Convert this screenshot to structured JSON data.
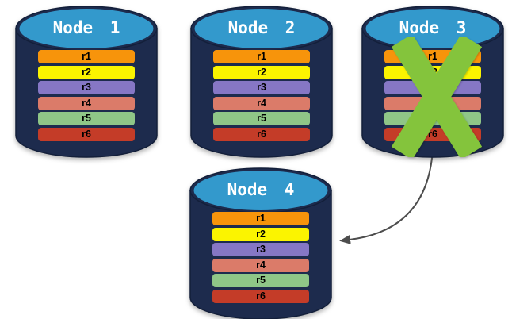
{
  "colors": {
    "background": "#ffffff",
    "cylinder_body": "#1d2b4d",
    "cylinder_outline": "#131f3a",
    "cylinder_top": "#3399cc",
    "node_title_text": "#ffffff",
    "row_text": "#000000",
    "x_mark": "#84c43c",
    "arrow": "#4d4d4d"
  },
  "nodes": [
    {
      "id": "node-1",
      "title": "Node 1",
      "failed": false,
      "rows": [
        {
          "label": "r1",
          "color": "#f7940b"
        },
        {
          "label": "r2",
          "color": "#fbf400"
        },
        {
          "label": "r3",
          "color": "#8677c5"
        },
        {
          "label": "r4",
          "color": "#db7b69"
        },
        {
          "label": "r5",
          "color": "#8fc687"
        },
        {
          "label": "r6",
          "color": "#c43c28"
        }
      ]
    },
    {
      "id": "node-2",
      "title": "Node 2",
      "failed": false,
      "rows": [
        {
          "label": "r1",
          "color": "#f7940b"
        },
        {
          "label": "r2",
          "color": "#fbf400"
        },
        {
          "label": "r3",
          "color": "#8677c5"
        },
        {
          "label": "r4",
          "color": "#db7b69"
        },
        {
          "label": "r5",
          "color": "#8fc687"
        },
        {
          "label": "r6",
          "color": "#c43c28"
        }
      ]
    },
    {
      "id": "node-3",
      "title": "Node 3",
      "failed": true,
      "rows": [
        {
          "label": "r1",
          "color": "#f7940b"
        },
        {
          "label": "r2",
          "color": "#fbf400"
        },
        {
          "label": "r3",
          "color": "#8677c5"
        },
        {
          "label": "r4",
          "color": "#db7b69"
        },
        {
          "label": "r5",
          "color": "#8fc687"
        },
        {
          "label": "r6",
          "color": "#c43c28"
        }
      ]
    },
    {
      "id": "node-4",
      "title": "Node 4",
      "failed": false,
      "rows": [
        {
          "label": "r1",
          "color": "#f7940b"
        },
        {
          "label": "r2",
          "color": "#fbf400"
        },
        {
          "label": "r3",
          "color": "#8677c5"
        },
        {
          "label": "r4",
          "color": "#db7b69"
        },
        {
          "label": "r5",
          "color": "#8fc687"
        },
        {
          "label": "r6",
          "color": "#c43c28"
        }
      ]
    }
  ],
  "x_mark": {
    "on_node": "Node 3",
    "meaning": "node-failure"
  },
  "arrow": {
    "from": "Node 3",
    "to": "Node 4",
    "meaning": "data-copied-to-new-node"
  }
}
